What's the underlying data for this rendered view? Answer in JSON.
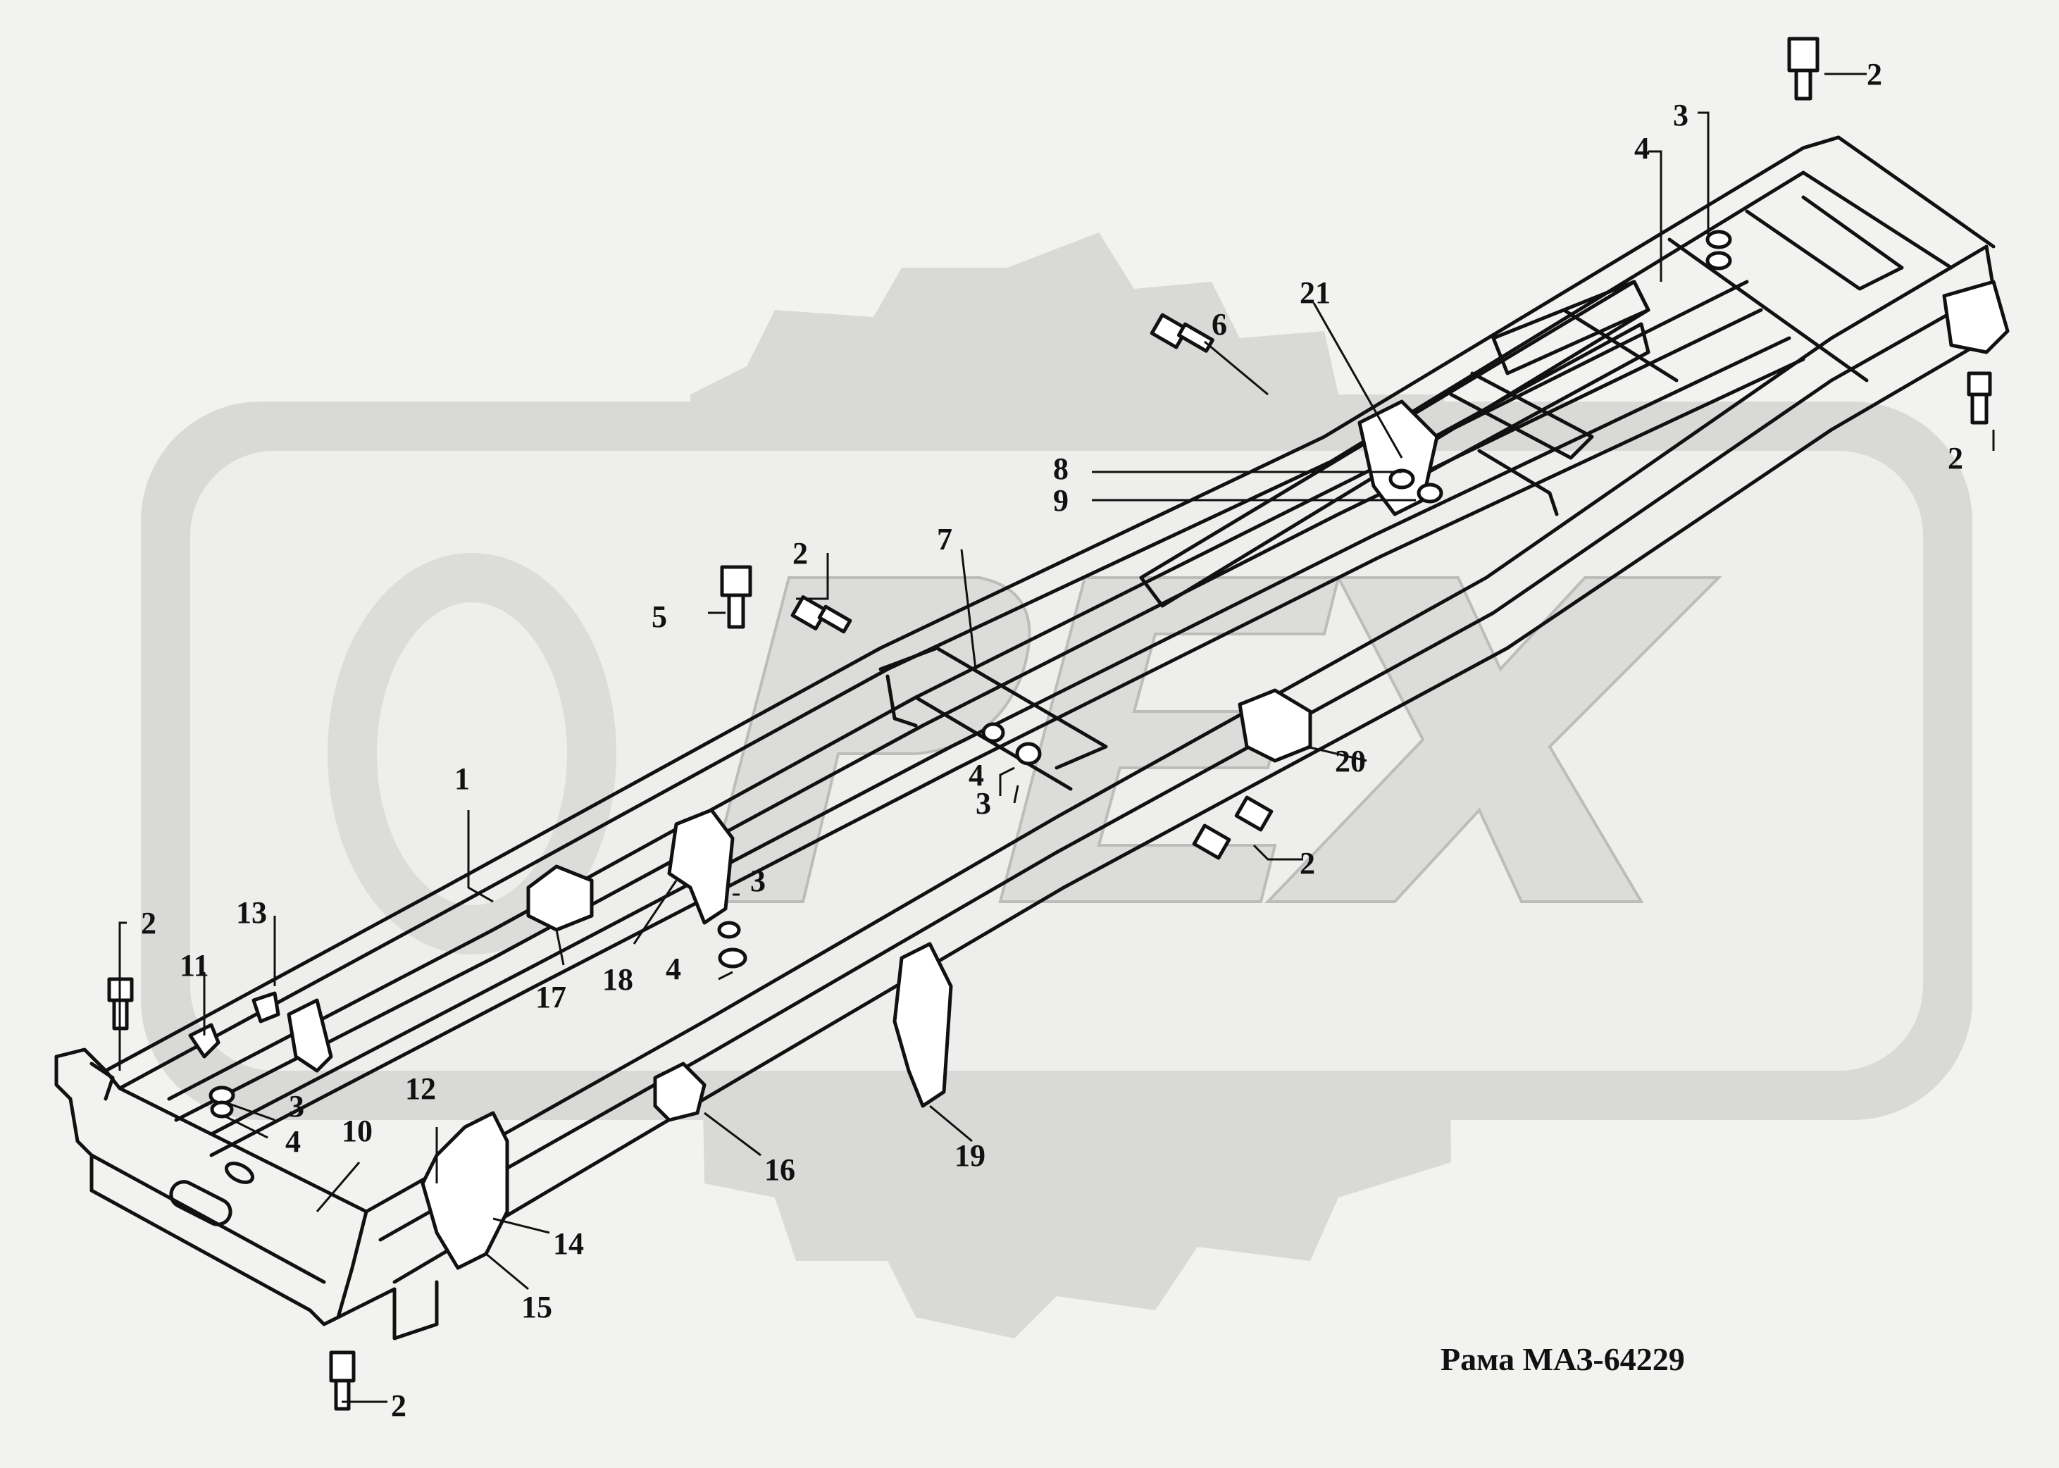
{
  "title": "Рама МАЗ-64229",
  "callouts": [
    "1",
    "2",
    "2",
    "2",
    "2",
    "2",
    "2",
    "3",
    "3",
    "3",
    "3",
    "4",
    "4",
    "4",
    "4",
    "5",
    "6",
    "7",
    "8",
    "9",
    "10",
    "11",
    "12",
    "13",
    "14",
    "15",
    "16",
    "17",
    "18",
    "19",
    "20",
    "21"
  ],
  "colors": {
    "line": "#111111",
    "watermark": "#d9d9d7",
    "background": "#f2f2f0"
  },
  "icons": [
    "watermark-logo",
    "bolt-icon",
    "nut-icon",
    "washer-icon",
    "bracket-icon"
  ]
}
